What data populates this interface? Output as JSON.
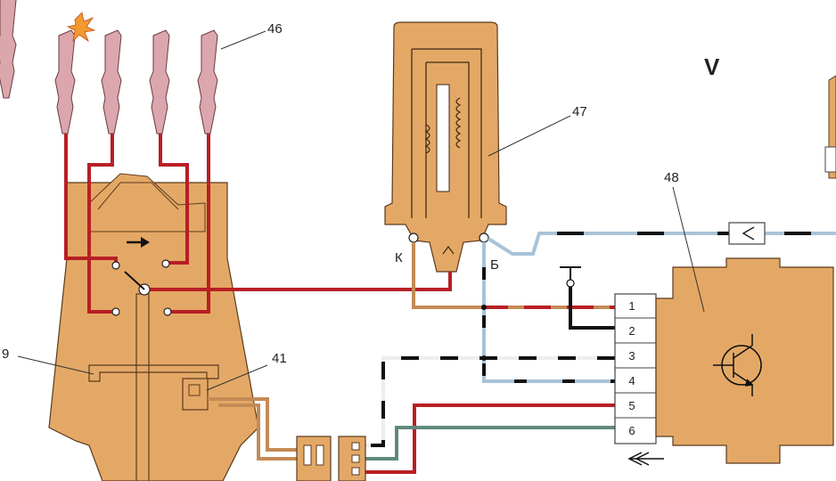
{
  "labels": {
    "spark_plugs": "46",
    "ignition_coil": "47",
    "switch_unit": "48",
    "distributor": "9",
    "hall_sensor": "41",
    "section": "V",
    "coil_terminal_k": "К",
    "coil_terminal_b": "Б"
  },
  "connector_pins": [
    "1",
    "2",
    "3",
    "4",
    "5",
    "6"
  ],
  "colors": {
    "body_fill": "#e4a866",
    "plug_fill": "#dba7ad",
    "wire_red": "#b81f24",
    "wire_black": "#111111",
    "wire_blue": "#a9c3d8",
    "wire_green": "#5f8a7c",
    "wire_tan": "#c48a55"
  }
}
